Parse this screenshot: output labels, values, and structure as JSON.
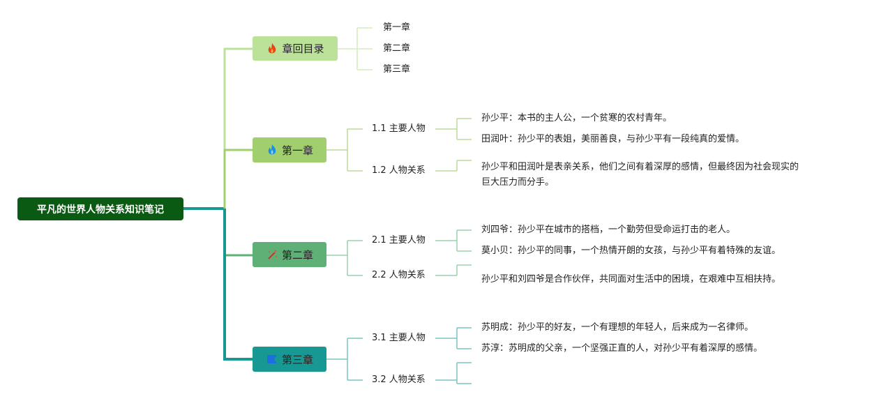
{
  "root": {
    "label": "平凡的世界人物关系知识笔记"
  },
  "branches": [
    {
      "label": "章回目录",
      "icon": "fire-icon",
      "color": "#bce29a",
      "leaves": [
        "第一章",
        "第二章",
        "第三章"
      ]
    },
    {
      "label": "第一章",
      "icon": "blue-flame-icon",
      "color": "#a2cf6e",
      "subs": [
        {
          "label": "1.1 主要人物",
          "leaves": [
            "孙少平：本书的主人公，一个贫寒的农村青年。",
            "田润叶：孙少平的表姐，美丽善良，与孙少平有一段纯真的爱情。"
          ]
        },
        {
          "label": "1.2 人物关系",
          "leaves": [
            "孙少平和田润叶是表亲关系，他们之间有着深厚的感情，但最终因为社会现实的",
            "巨大压力而分手。"
          ]
        }
      ]
    },
    {
      "label": "第二章",
      "icon": "magic-wand-icon",
      "color": "#5fb077",
      "subs": [
        {
          "label": "2.1 主要人物",
          "leaves": [
            "刘四爷：孙少平在城市的搭档，一个勤劳但受命运打击的老人。",
            "莫小贝：孙少平的同事，一个热情开朗的女孩，与孙少平有着特殊的友谊。"
          ]
        },
        {
          "label": "2.2 人物关系",
          "leaves": [
            "孙少平和刘四爷是合作伙伴，共同面对生活中的困境，在艰难中互相扶持。"
          ]
        }
      ]
    },
    {
      "label": "第三章",
      "icon": "blue-flag-icon",
      "color": "#179893",
      "subs": [
        {
          "label": "3.1 主要人物",
          "leaves": [
            "苏明成：孙少平的好友，一个有理想的年轻人，后来成为一名律师。",
            "苏淳：苏明成的父亲，一个坚强正直的人，对孙少平有着深厚的感情。"
          ]
        },
        {
          "label": "3.2 人物关系",
          "leaves": []
        }
      ]
    }
  ]
}
